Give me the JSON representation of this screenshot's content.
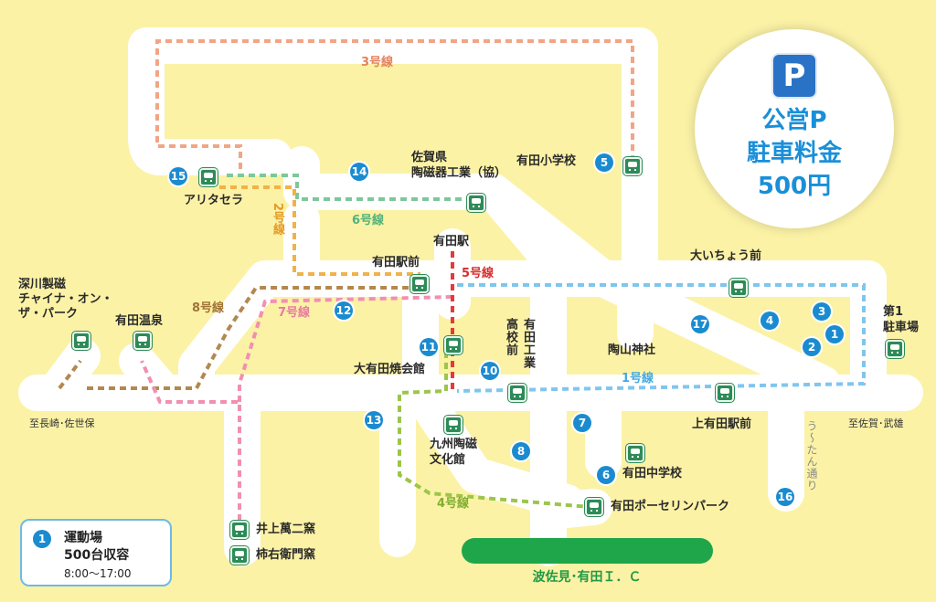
{
  "parking_fee": {
    "icon": "parking-icon",
    "icon_text": "P",
    "line1": "公営P",
    "line2": "駐車料金",
    "line3": "500円"
  },
  "legend": {
    "number": "1",
    "name": "運動場",
    "capacity": "500台収容",
    "hours": "8:00〜17:00"
  },
  "bus_lines": [
    {
      "label": "1号線",
      "color": "#7fc6ee"
    },
    {
      "label": "2号線",
      "color": "#f0b24a"
    },
    {
      "label": "3号線",
      "color": "#f2a585"
    },
    {
      "label": "4号線",
      "color": "#9cc54c"
    },
    {
      "label": "5号線",
      "color": "#e23b3b"
    },
    {
      "label": "6号線",
      "color": "#7dc79a"
    },
    {
      "label": "7号線",
      "color": "#f28fb1"
    },
    {
      "label": "8号線",
      "color": "#b3884f"
    }
  ],
  "parking_numbers": [
    "1",
    "2",
    "3",
    "4",
    "5",
    "6",
    "7",
    "8",
    "10",
    "11",
    "12",
    "13",
    "14",
    "15",
    "16",
    "17"
  ],
  "places": {
    "arita_seramikku": "アリタセラ",
    "saga_kenritsu": "佐賀県\n陶磁器工業（協）",
    "arita_shogakko": "有田小学校",
    "arita_eki": "有田駅",
    "arita_ekimae": "有田駅前",
    "fukagawa": "深川製磁\nチャイナ・オン・\nザ・パーク",
    "arita_onsen": "有田温泉",
    "oarita_yakikaikan": "大有田焼会館",
    "koko_mae": "高校前",
    "arita_kogyo": "有田工業",
    "toyama_jinja": "陶山神社",
    "oicho_mae": "大いちょう前",
    "dai1_parking": "第1\n駐車場",
    "kyushu_toji": "九州陶磁\n文化館",
    "arita_chugakko": "有田中学校",
    "kami_arita_ekimae": "上有田駅前",
    "utan_dori": "う～たん通り",
    "porcelain_park": "有田ポーセリンパーク",
    "inoue": "井上萬二窯",
    "kakiemon": "柿右衛門窯",
    "hasami_ic": "波佐見･有田Ｉ．Ｃ",
    "to_nagasaki": "至長崎･佐世保",
    "to_saga": "至佐賀･武雄"
  },
  "colors": {
    "background": "#fbf2a6",
    "road": "#ffffff",
    "expressway": "#1fa64a",
    "parking_marker": "#1b8bd0",
    "bus_stop": "#2e8b57"
  }
}
